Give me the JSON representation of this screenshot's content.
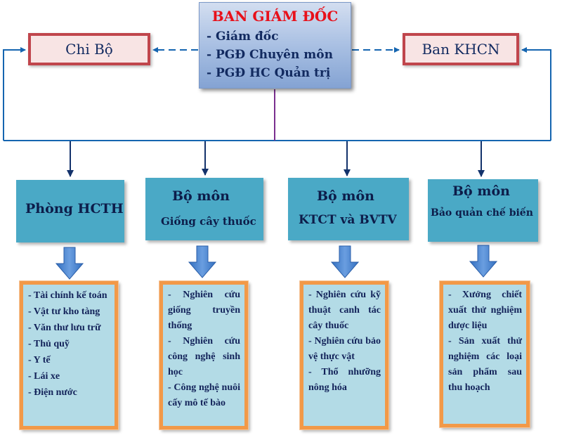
{
  "director": {
    "title": "BAN GIÁM ĐỐC",
    "items": [
      "- Giám đốc",
      "- PGĐ Chuyên môn",
      "- PGĐ HC Quản trị"
    ]
  },
  "side_units": {
    "left": "Chi Bộ",
    "right": "Ban KHCN"
  },
  "departments": [
    {
      "line1": "Phòng HCTH",
      "line2": ""
    },
    {
      "line1": "Bộ môn",
      "line2": "Giống cây thuốc"
    },
    {
      "line1": "Bộ môn",
      "line2": "KTCT và BVTV"
    },
    {
      "line1": "Bộ môn",
      "line2": "Bảo quản chế biến"
    }
  ],
  "details": [
    [
      "- Tài chính kế toán",
      "- Vật tư kho tàng",
      "- Văn thư lưu trữ",
      "- Thủ quỹ",
      "- Y tế",
      "- Lái xe",
      "- Điện nước"
    ],
    [
      "- Nghiên cứu giống truyền thống",
      "- Nghiên cứu công nghệ sinh học",
      "- Công nghệ nuôi cấy mô tế bào"
    ],
    [
      "- Nghiên cứu kỹ thuật canh tác cây thuốc",
      "- Nghiên cứu bảo vệ thực vật",
      "- Thổ nhưỡng nông hóa"
    ],
    [
      "- Xưởng chiết xuất thử nghiệm dược liệu",
      "- Sản xuất thử nghiệm các loại sản phẩm sau thu hoạch"
    ]
  ],
  "colors": {
    "connector": "#1565b0",
    "director_title": "#e8101a",
    "side_border": "#c0454c",
    "department_fill": "#4aa9c6",
    "detail_border": "#f29948",
    "detail_fill": "#b3dbe6"
  }
}
